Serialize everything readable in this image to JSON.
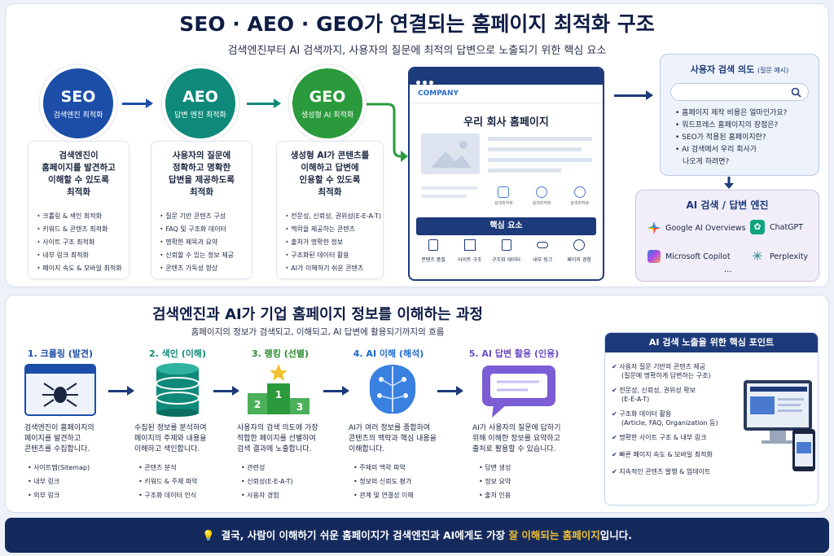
{
  "header": {
    "title": "SEO · AEO · GEO가 연결되는 홈페이지 최적화 구조",
    "subtitle": "검색엔진부터 AI 검색까지, 사용자의 질문에 최적의 답변으로 노출되기 위한 핵심 요소"
  },
  "pillars": [
    {
      "name": "SEO",
      "sub": "검색엔진 최적화",
      "color": "#1c4ea8",
      "desc_lines": [
        "검색엔진이",
        "홈페이지를 발견하고",
        "이해할 수 있도록",
        "최적화"
      ],
      "items": [
        "크롤링 & 색인 최적화",
        "키워드 & 콘텐츠 최적화",
        "사이트 구조 최적화",
        "내부 링크 최적화",
        "페이지 속도 & 모바일 최적화"
      ]
    },
    {
      "name": "AEO",
      "sub": "답변 엔진 최적화",
      "color": "#0f8a7a",
      "desc_lines": [
        "사용자의 질문에",
        "정확하고 명확한",
        "답변을 제공하도록",
        "최적화"
      ],
      "items": [
        "질문 기반 콘텐츠 구성",
        "FAQ 및 구조화 데이터",
        "명확한 제목과 요약",
        "신뢰할 수 있는 정보 제공",
        "콘텐츠 가독성 향상"
      ]
    },
    {
      "name": "GEO",
      "sub": "생성형 AI 최적화",
      "color": "#2a9a3c",
      "desc_lines": [
        "생성형 AI가 콘텐츠를",
        "이해하고 답변에",
        "인용할 수 있도록",
        "최적화"
      ],
      "items": [
        "전문성, 신뢰성, 권위성(E-E-A-T)",
        "맥락을 제공하는 콘텐츠",
        "출처가 명확한 정보",
        "구조화된 데이터 활용",
        "AI가 이해하기 쉬운 콘텐츠"
      ]
    }
  ],
  "browser": {
    "company": "COMPANY",
    "page_title": "우리 회사 홈페이지",
    "core_title": "핵심 요소",
    "core_items": [
      "콘텐츠 품질",
      "사이트 구조",
      "구조화 데이터",
      "내부 링크",
      "페이지 경험"
    ],
    "icon_labels": [
      "검색최적화",
      "검색최적화",
      "검색최적화"
    ]
  },
  "search": {
    "title": "사용자 검색 의도",
    "title_note": "(질문 예시)",
    "questions": [
      "홈페이지 제작 비용은 얼마인가요?",
      "워드프레스 홈페이지의 장점은?",
      "SEO가 적용된 홈페이지란?",
      "AI 검색에서 우리 회사가",
      "나오게 하려면?"
    ]
  },
  "engines": {
    "title": "AI 검색 / 답변 엔진",
    "items": [
      "Google AI Overviews",
      "ChatGPT",
      "Microsoft Copilot",
      "Perplexity"
    ],
    "more": "..."
  },
  "process": {
    "title": "검색엔진과 AI가 기업 홈페이지 정보를 이해하는 과정",
    "subtitle": "홈페이지의 정보가 검색되고, 이해되고, AI 답변에 활용되기까지의 흐름",
    "steps": [
      {
        "title": "1. 크롤링 (발견)",
        "color": "#1c4ea8",
        "desc": [
          "검색엔진이 홈페이지의",
          "페이지를 발견하고",
          "콘텐츠를 수집합니다."
        ],
        "items": [
          "사이트맵(Sitemap)",
          "내부 링크",
          "외부 링크"
        ]
      },
      {
        "title": "2. 색인 (이해)",
        "color": "#0f8a7a",
        "desc": [
          "수집된 정보를 분석하여",
          "페이지의 주제와 내용을",
          "이해하고 색인합니다."
        ],
        "items": [
          "콘텐츠 분석",
          "키워드 & 주제 파악",
          "구조화 데이터 인식"
        ]
      },
      {
        "title": "3. 랭킹 (선별)",
        "color": "#2a8a2c",
        "desc": [
          "사용자의 검색 의도에 가장",
          "적합한 페이지를 선별하여",
          "검색 결과에 노출합니다."
        ],
        "items": [
          "관련성",
          "신뢰성(E-E-A-T)",
          "사용자 경험"
        ]
      },
      {
        "title": "4. AI 이해 (해석)",
        "color": "#1c6ad0",
        "desc": [
          "AI가 여러 정보를 종합하여",
          "콘텐츠의 맥락과 핵심 내용을",
          "이해합니다."
        ],
        "items": [
          "주제의 맥락 파악",
          "정보의 신뢰도 평가",
          "관계 및 연결성 이해"
        ]
      },
      {
        "title": "5. AI 답변 활용 (인용)",
        "color": "#6b4bc4",
        "desc": [
          "AI가 사용자의 질문에 답하기",
          "위해 이해한 정보를 요약하고",
          "출처로 활용할 수 있습니다."
        ],
        "items": [
          "답변 생성",
          "정보 요약",
          "출처 인용"
        ]
      }
    ],
    "podium": [
      "1",
      "2",
      "3"
    ]
  },
  "keypoints": {
    "title": "AI 검색 노출을 위한 핵심 포인트",
    "items": [
      [
        "사용자 질문 기반의 콘텐츠 제공",
        "(질문에 명확하게 답변하는 구조)"
      ],
      [
        "전문성, 신뢰성, 권위성 확보",
        "(E-E-A-T)"
      ],
      [
        "구조화 데이터 활용",
        "(Article, FAQ, Organization 등)"
      ],
      [
        "명확한 사이트 구조 & 내부 링크"
      ],
      [
        "빠른 페이지 속도 & 모바일 최적화"
      ],
      [
        "지속적인 콘텐츠 발행 & 업데이트"
      ]
    ]
  },
  "footer": {
    "prefix": "결국, 사람이 이해하기 쉬운 홈페이지가 검색엔진과 AI에게도 가장 ",
    "highlight": "잘 이해되는 홈페이지",
    "suffix": "입니다."
  }
}
